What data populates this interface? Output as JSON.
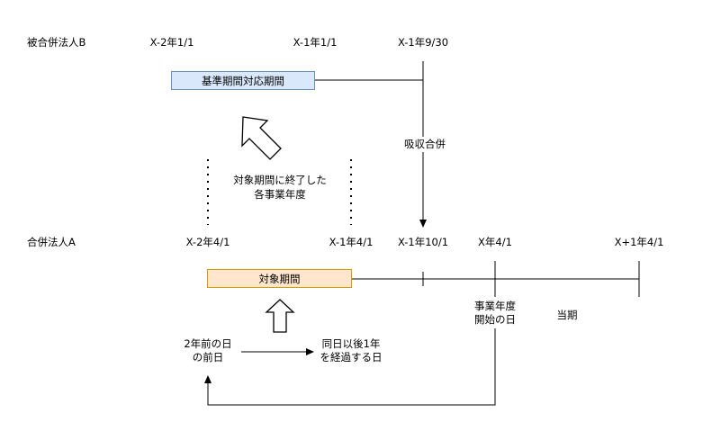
{
  "colors": {
    "line": "#000000",
    "blue_box_fill": "#dae8fc",
    "blue_box_border": "#6c8ebf",
    "orange_box_fill": "#ffe6cc",
    "orange_box_border": "#d79b00"
  },
  "entity_b": {
    "name": "被合併法人B",
    "dates": [
      "X-2年1/1",
      "X-1年1/1",
      "X-1年9/30"
    ],
    "period_box": "基準期間対応期間"
  },
  "merger_label": "吸収合併",
  "middle_note": {
    "line1": "対象期間に終了した",
    "line2": "各事業年度"
  },
  "entity_a": {
    "name": "合併法人A",
    "dates": [
      "X-2年4/1",
      "X-1年4/1",
      "X-1年10/1",
      "X年4/1",
      "X+1年4/1"
    ],
    "period_box": "対象期間",
    "fy_start": {
      "line1": "事業年度",
      "line2": "開始の日"
    },
    "current_period": "当期"
  },
  "bottom": {
    "left": {
      "line1": "2年前の日",
      "line2": "の前日"
    },
    "right": {
      "line1": "同日以後1年",
      "line2": "を経過する日"
    }
  }
}
